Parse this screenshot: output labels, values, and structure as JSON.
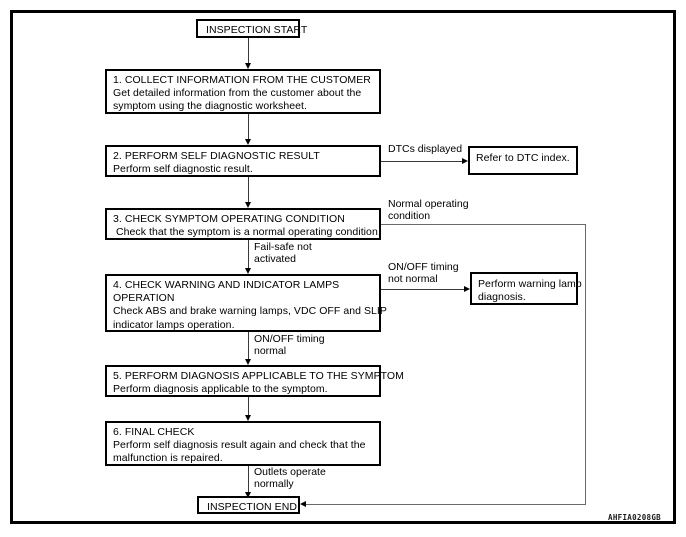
{
  "figure": {
    "code": "AHFIA0208GB",
    "frame_border_color": "#000000",
    "line_color": "#3a3a3a",
    "background": "#ffffff"
  },
  "chart_data": {
    "type": "diagram",
    "diagram_kind": "flowchart",
    "title": "Basic Inspection Work Flow",
    "nodes": [
      {
        "id": "start",
        "kind": "terminal",
        "label": "INSPECTION START"
      },
      {
        "id": "step1",
        "kind": "process",
        "heading": "1. COLLECT INFORMATION FROM THE CUSTOMER",
        "body": [
          "Get detailed information from the customer about the",
          "symptom using the diagnostic worksheet."
        ]
      },
      {
        "id": "step2",
        "kind": "process",
        "heading": "2. PERFORM SELF DIAGNOSTIC RESULT",
        "body": [
          "Perform self diagnostic result."
        ]
      },
      {
        "id": "dtc",
        "kind": "process-small",
        "body": [
          "Refer to DTC index."
        ]
      },
      {
        "id": "step3",
        "kind": "process",
        "heading": "3. CHECK SYMPTOM OPERATING CONDITION",
        "body": [
          "Check that the symptom is a normal operating condition."
        ]
      },
      {
        "id": "step4",
        "kind": "process",
        "heading": "4. CHECK WARNING AND INDICATOR LAMPS",
        "heading2": "OPERATION",
        "body": [
          "Check ABS and brake warning lamps, VDC OFF and SLIP",
          "indicator lamps operation."
        ]
      },
      {
        "id": "lamp",
        "kind": "process-small",
        "body": [
          "Perform warning lamp",
          "diagnosis."
        ]
      },
      {
        "id": "step5",
        "kind": "process",
        "heading": "5. PERFORM DIAGNOSIS APPLICABLE TO THE SYMPTOM",
        "body": [
          "Perform diagnosis applicable to the symptom."
        ]
      },
      {
        "id": "step6",
        "kind": "process",
        "heading": "6. FINAL CHECK",
        "body": [
          "Perform self diagnosis result again and check that the",
          "malfunction is repaired."
        ]
      },
      {
        "id": "end",
        "kind": "terminal",
        "label": "INSPECTION END"
      }
    ],
    "edges": [
      {
        "from": "start",
        "to": "step1",
        "label": ""
      },
      {
        "from": "step1",
        "to": "step2",
        "label": ""
      },
      {
        "from": "step2",
        "to": "dtc",
        "label": "DTCs displayed"
      },
      {
        "from": "step2",
        "to": "step3",
        "label": ""
      },
      {
        "from": "step3",
        "to": "end",
        "label": "Normal operating condition",
        "label_lines": [
          "Normal operating",
          "condition"
        ]
      },
      {
        "from": "step3",
        "to": "step4",
        "label": "Fail-safe not activated",
        "label_lines": [
          "Fail-safe not",
          "activated"
        ]
      },
      {
        "from": "step4",
        "to": "lamp",
        "label": "ON/OFF timing not normal",
        "label_lines": [
          "ON/OFF timing",
          "not normal"
        ]
      },
      {
        "from": "step4",
        "to": "step5",
        "label": "ON/OFF timing normal",
        "label_lines": [
          "ON/OFF timing",
          "normal"
        ]
      },
      {
        "from": "step5",
        "to": "step6",
        "label": ""
      },
      {
        "from": "step6",
        "to": "end",
        "label": "Outlets operate normally",
        "label_lines": [
          "Outlets operate",
          "normally"
        ]
      }
    ],
    "labels": {
      "start": "INSPECTION START",
      "end": "INSPECTION END",
      "step1_heading": "1. COLLECT INFORMATION FROM THE CUSTOMER",
      "step1_body_1": "Get detailed information from the customer about the",
      "step1_body_2": "symptom using the diagnostic worksheet.",
      "step2_heading": "2. PERFORM SELF DIAGNOSTIC RESULT",
      "step2_body_1": "Perform self diagnostic result.",
      "dtc_body_1": "Refer to DTC index.",
      "step3_heading": "3. CHECK SYMPTOM OPERATING CONDITION",
      "step3_body_1": "Check that the symptom is a normal operating condition.",
      "step4_heading": "4. CHECK WARNING AND INDICATOR LAMPS",
      "step4_heading2": "OPERATION",
      "step4_body_1": "Check ABS and brake warning lamps, VDC OFF and SLIP",
      "step4_body_2": "indicator lamps operation.",
      "lamp_body_1": "Perform warning lamp",
      "lamp_body_2": "diagnosis.",
      "step5_heading": "5. PERFORM DIAGNOSIS APPLICABLE TO THE SYMPTOM",
      "step5_body_1": "Perform diagnosis applicable to the symptom.",
      "step6_heading": "6. FINAL CHECK",
      "step6_body_1": "Perform self diagnosis result again and check that the",
      "step6_body_2": "malfunction is repaired.",
      "edge_dtcs_displayed": "DTCs displayed",
      "edge_normal_operating_1": "Normal operating",
      "edge_normal_operating_2": "condition",
      "edge_failsafe_1": "Fail-safe not",
      "edge_failsafe_2": "activated",
      "edge_onoff_not_normal_1": "ON/OFF timing",
      "edge_onoff_not_normal_2": "not normal",
      "edge_onoff_normal_1": "ON/OFF timing",
      "edge_onoff_normal_2": "normal",
      "edge_outlets_1": "Outlets operate",
      "edge_outlets_2": "normally"
    }
  }
}
